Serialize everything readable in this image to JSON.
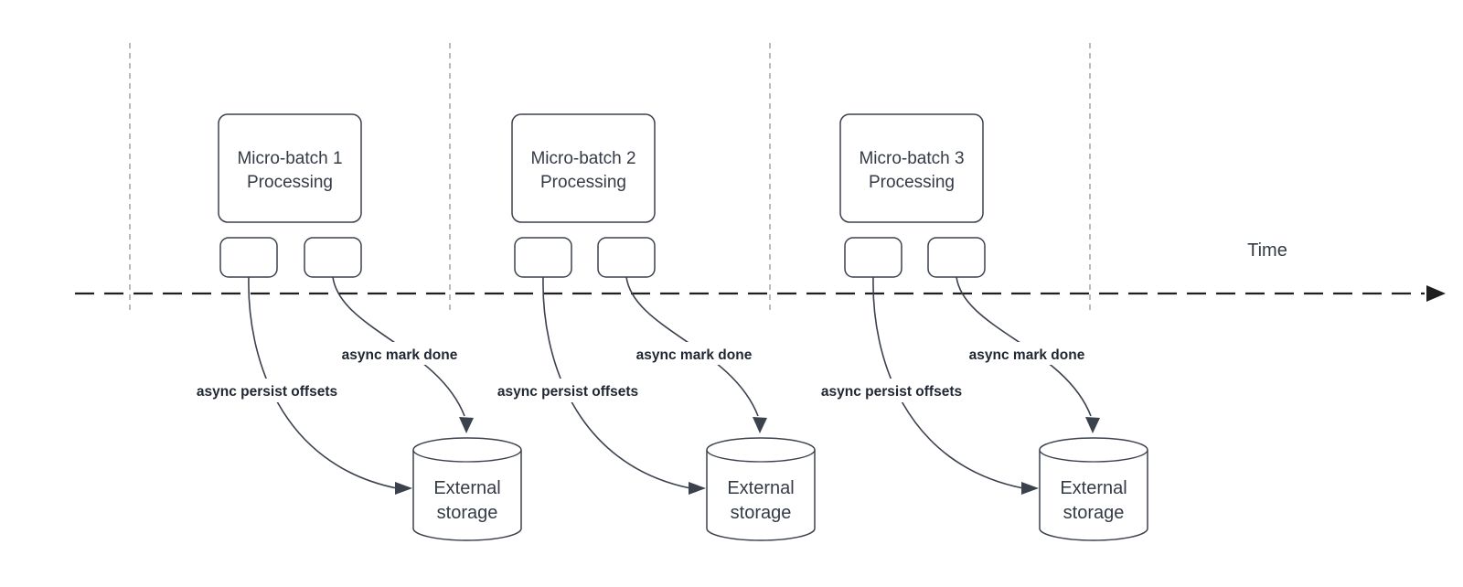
{
  "timeline": {
    "label": "Time"
  },
  "groups": [
    {
      "batch_line1": "Micro-batch 1",
      "batch_line2": "Processing",
      "persist_label": "async persist offsets",
      "mark_done_label": "async mark done",
      "storage_line1": "External",
      "storage_line2": "storage"
    },
    {
      "batch_line1": "Micro-batch 2",
      "batch_line2": "Processing",
      "persist_label": "async persist offsets",
      "mark_done_label": "async mark done",
      "storage_line1": "External",
      "storage_line2": "storage"
    },
    {
      "batch_line1": "Micro-batch 3",
      "batch_line2": "Processing",
      "persist_label": "async persist offsets",
      "mark_done_label": "async mark done",
      "storage_line1": "External",
      "storage_line2": "storage"
    }
  ],
  "colors": {
    "shape_stroke": "#3b414d",
    "arrow": "#3b414d",
    "text": "#343b46",
    "label_text": "#1f2733",
    "timeline": "#1f1f1f",
    "guide_line": "#a8a8a8",
    "background": "#ffffff"
  }
}
